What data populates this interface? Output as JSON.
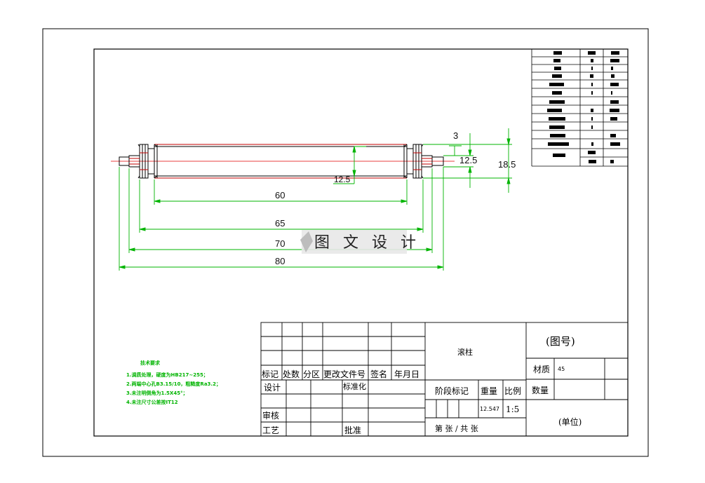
{
  "drawing": {
    "dimensions": {
      "d3": "3",
      "d12_5_right": "12.5",
      "d18_5": "18.5",
      "d12_5_center": "12.5",
      "len60": "60",
      "len65": "65",
      "len70": "70",
      "len80": "80"
    },
    "watermark": "图 文 设 计",
    "tech_notes": {
      "title": "技术要求",
      "lines": [
        "1.调质处理，硬度为HB217~255；",
        "2.两端中心孔B3.15/10，粗糙度Ra3.2；",
        "3.未注明倒角为1.5X45°；",
        "4.未注尺寸公差按IT12"
      ]
    }
  },
  "title_block": {
    "part_name": "滚柱",
    "drawing_no": "(图号)",
    "material_label": "材质",
    "material_value": "45",
    "quantity_label": "数量",
    "stage_label": "阶段标记",
    "weight_label": "重量",
    "weight_value": "12.547",
    "scale_label": "比例",
    "scale_value": "1:5",
    "unit": "(单位)",
    "sheet": "第   张 / 共   张",
    "rev_headers": [
      "标记",
      "处数",
      "分区",
      "更改文件号",
      "签名",
      "年月日"
    ],
    "design": "设计",
    "standardize": "标准化",
    "review": "审核",
    "process": "工艺",
    "approve": "批准"
  },
  "colors": {
    "dimension": "#00b400",
    "centerline": "#e00000",
    "outline": "#000000"
  }
}
